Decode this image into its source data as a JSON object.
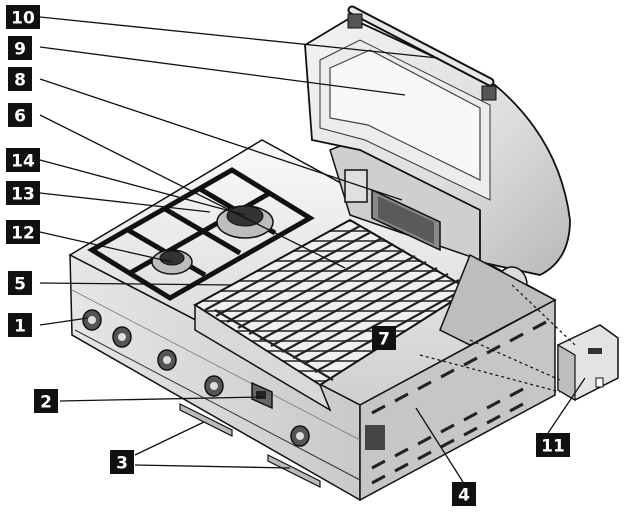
{
  "callouts": [
    {
      "id": "10",
      "label": "10"
    },
    {
      "id": "9",
      "label": "9"
    },
    {
      "id": "8",
      "label": "8"
    },
    {
      "id": "6",
      "label": "6"
    },
    {
      "id": "14",
      "label": "14"
    },
    {
      "id": "13",
      "label": "13"
    },
    {
      "id": "12",
      "label": "12"
    },
    {
      "id": "5",
      "label": "5"
    },
    {
      "id": "1",
      "label": "1"
    },
    {
      "id": "7",
      "label": "7"
    },
    {
      "id": "2",
      "label": "2"
    },
    {
      "id": "3",
      "label": "3"
    },
    {
      "id": "11",
      "label": "11"
    },
    {
      "id": "4",
      "label": "4"
    }
  ],
  "colors": {
    "badge": "#111111",
    "badge_text": "#ffffff",
    "line": "#111111",
    "steel_light": "#f2f2f2",
    "steel_mid": "#d4d4d4",
    "steel_dark": "#9a9a9a"
  }
}
